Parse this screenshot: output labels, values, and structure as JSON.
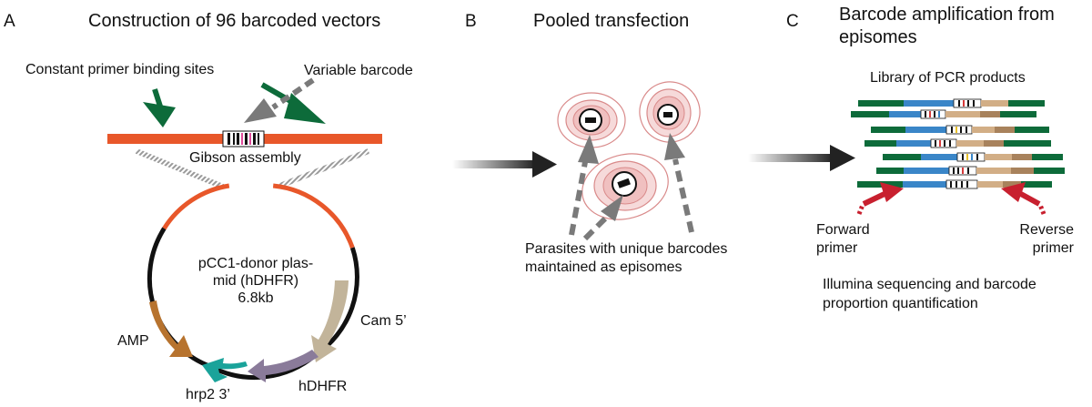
{
  "panel_a": {
    "letter": "A",
    "title": "Construction of 96 barcoded vectors",
    "constant_label": "Constant primer binding sites",
    "variable_label": "Variable barcode",
    "gibson_label": "Gibson assembly",
    "plasmid_line1": "pCC1-donor plas-",
    "plasmid_line2": "mid (hDHFR)",
    "plasmid_size": "6.8kb",
    "cam_label": "Cam 5’",
    "amp_label": "AMP",
    "hdhfr_label": "hDHFR",
    "hrp2_label": "hrp2 3’"
  },
  "panel_b": {
    "letter": "B",
    "title": "Pooled transfection",
    "caption_line1": "Parasites with unique barcodes",
    "caption_line2": "maintained as episomes"
  },
  "panel_c": {
    "letter": "C",
    "title_line1": "Barcode amplification from",
    "title_line2": "episomes",
    "library_label": "Library of PCR products",
    "forward_line1": "Forward",
    "forward_line2": "primer",
    "reverse_line1": "Reverse",
    "reverse_line2": "primer",
    "seq_line1": "Illumina sequencing and barcode",
    "seq_line2": "proportion quantification"
  },
  "colors": {
    "orange": "#e8572a",
    "dark_green": "#0d6b3a",
    "gray_arrow": "#7a7a7a",
    "cam": "#c2b49a",
    "amp": "#b7732e",
    "hdhfr": "#8a7b9a",
    "hrp2": "#1aa39a",
    "blue": "#3a86c8",
    "tan": "#d2ae86",
    "brown": "#a8825c",
    "red_primer": "#c8202f",
    "cell_pink": "#f2c9c9",
    "cell_outline": "#d98a8a"
  }
}
